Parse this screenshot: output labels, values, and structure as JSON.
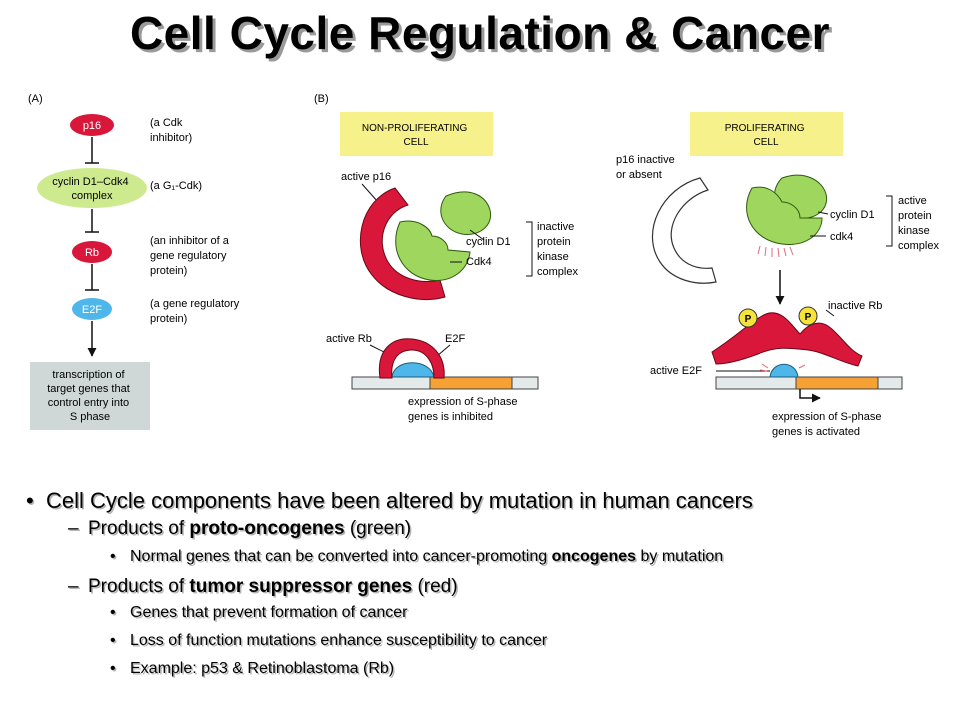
{
  "title": "Cell Cycle Regulation & Cancer",
  "panel_a": {
    "label": "(A)",
    "p16": "p16",
    "p16_note": [
      "(a Cdk",
      "inhibitor)"
    ],
    "cyclin_complex": [
      "cyclin D1–Cdk4",
      "complex"
    ],
    "cyclin_note": "(a G₁-Cdk)",
    "rb": "Rb",
    "rb_note": [
      "(an inhibitor of a",
      "gene regulatory",
      "protein)"
    ],
    "e2f": "E2F",
    "e2f_note": [
      "(a gene regulatory",
      "protein)"
    ],
    "transcription": [
      "transcription of",
      "target genes that",
      "control entry into",
      "S phase"
    ]
  },
  "panel_b": {
    "label": "(B)",
    "nonprolif_title": [
      "NON-PROLIFERATING",
      "CELL"
    ],
    "active_p16": "active p16",
    "cyclin_d1_left": "cyclin D1",
    "cdk4_left": "Cdk4",
    "inactive_complex": [
      "inactive",
      "protein",
      "kinase",
      "complex"
    ],
    "active_rb": "active Rb",
    "e2f_left": "E2F",
    "expr_inhibited": [
      "expression of S-phase",
      "genes is inhibited"
    ],
    "prolif_title": [
      "PROLIFERATING",
      "CELL"
    ],
    "p16_inactive": [
      "p16 inactive",
      "or absent"
    ],
    "cyclin_d1_right": "cyclin D1",
    "cdk4_right": "cdk4",
    "active_complex": [
      "active",
      "protein",
      "kinase",
      "complex"
    ],
    "phos1": "P",
    "phos2": "P",
    "inactive_rb": "inactive Rb",
    "active_e2f": "active E2F",
    "expr_activated": [
      "expression of S-phase",
      "genes is activated"
    ]
  },
  "bullets": [
    {
      "level": 1,
      "marker": "•",
      "segments": [
        {
          "t": "Cell Cycle components have been altered by mutation in human cancers"
        }
      ]
    },
    {
      "level": 2,
      "marker": "–",
      "segments": [
        {
          "t": "Products of "
        },
        {
          "t": "proto-oncogenes",
          "b": true
        },
        {
          "t": " (green)"
        }
      ]
    },
    {
      "level": 3,
      "marker": "•",
      "segments": [
        {
          "t": "Normal genes that can be converted into cancer-promoting "
        },
        {
          "t": "oncogenes",
          "b": true
        },
        {
          "t": " by mutation"
        }
      ]
    },
    {
      "level": 2,
      "marker": "–",
      "segments": [
        {
          "t": "Products of "
        },
        {
          "t": "tumor suppressor genes",
          "b": true
        },
        {
          "t": " (red)"
        }
      ]
    },
    {
      "level": 3,
      "marker": "•",
      "segments": [
        {
          "t": "Genes that prevent formation of cancer"
        }
      ]
    },
    {
      "level": 3,
      "marker": "•",
      "segments": [
        {
          "t": "Loss of function mutations enhance susceptibility to cancer"
        }
      ]
    },
    {
      "level": 3,
      "marker": "•",
      "segments": [
        {
          "t": "Example: p53 & Retinoblastoma (Rb)"
        }
      ]
    }
  ],
  "colors": {
    "red": "#d8173a",
    "green": "#9fd65e",
    "blue": "#4fb6ea",
    "yellow": "#f6f18a",
    "orange": "#f5a134",
    "gray_box": "#cfd8d6"
  }
}
